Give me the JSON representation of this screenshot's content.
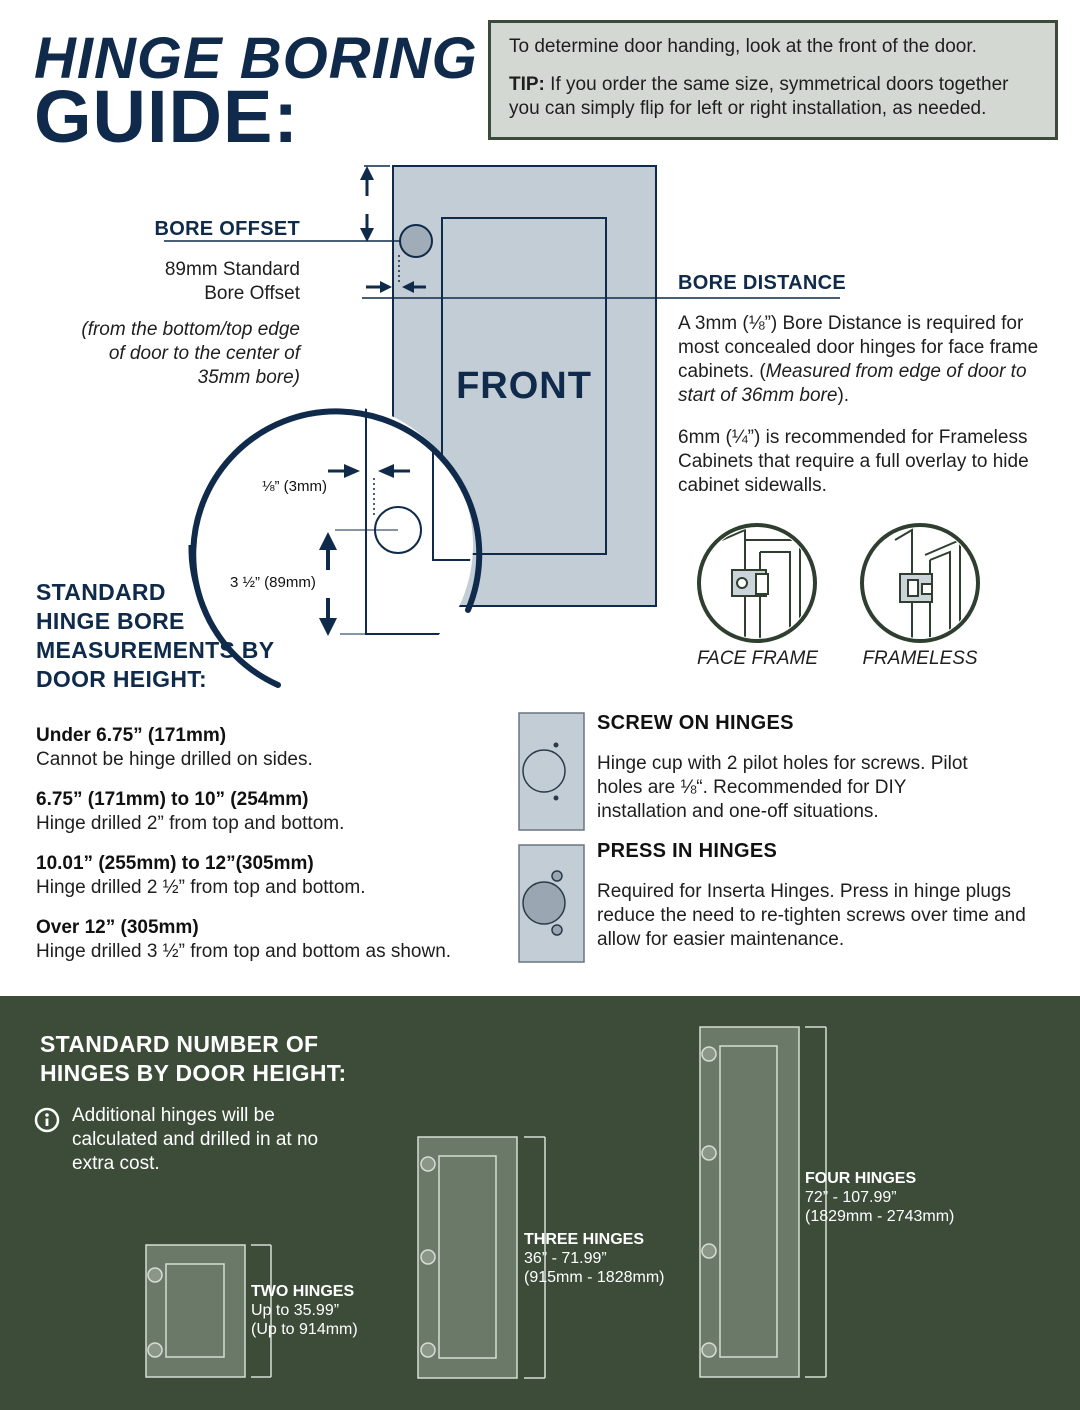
{
  "title": {
    "line1": "HINGE BORING",
    "line2": "GUIDE:"
  },
  "tip": {
    "intro": "To determine door handing, look at the front of the door.",
    "label": "TIP:",
    "text": " If you order the same size, symmetrical doors together you can simply flip for left or right installation, as needed."
  },
  "bore_offset": {
    "heading": "BORE OFFSET",
    "line1": "89mm Standard",
    "line2": "Bore Offset",
    "note1": "(from the bottom/top edge",
    "note2": "of door to the center of",
    "note3": "35mm bore)"
  },
  "door_front_label": "FRONT",
  "bore_distance": {
    "heading": "BORE DISTANCE",
    "p1a": "A 3mm (⅛”) Bore Distance is required for most concealed door hinges for face frame cabinets. (",
    "p1b": "Measured from edge of door to start of 36mm bore",
    "p1c": ").",
    "p2": "6mm (¼”) is recommended for Frameless Cabinets that require a full overlay to hide cabinet sidewalls."
  },
  "detail": {
    "distance_label": "⅛” (3mm)",
    "offset_label": "3 ½” (89mm)"
  },
  "cabinet_types": {
    "face_frame": "FACE FRAME",
    "frameless": "FRAMELESS"
  },
  "measurements": {
    "heading_lines": [
      "STANDARD",
      "HINGE BORE",
      "MEASUREMENTS BY",
      "DOOR HEIGHT:"
    ],
    "items": [
      {
        "range": "Under 6.75” (171mm)",
        "desc": "Cannot be hinge drilled on sides."
      },
      {
        "range": "6.75” (171mm) to 10” (254mm)",
        "desc": "Hinge drilled 2” from top and bottom."
      },
      {
        "range": "10.01” (255mm) to 12”(305mm)",
        "desc": "Hinge drilled 2 ½” from top and bottom."
      },
      {
        "range": "Over 12” (305mm)",
        "desc": "Hinge drilled 3 ½” from top and bottom as shown."
      }
    ]
  },
  "hinge_types": {
    "screw_on": {
      "heading": "SCREW ON HINGES",
      "text": "Hinge cup with 2 pilot holes for screws. Pilot holes are ⅛“. Recommended for DIY installation and one-off situations."
    },
    "press_in": {
      "heading": "PRESS IN HINGES",
      "text": "Required for Inserta Hinges. Press in hinge plugs reduce the need to re-tighten screws over time and allow for easier maintenance."
    }
  },
  "hinge_count": {
    "heading_lines": [
      "STANDARD NUMBER OF",
      "HINGES BY DOOR HEIGHT:"
    ],
    "info": "Additional hinges will be calculated and drilled in at no extra cost.",
    "doors": [
      {
        "label": "TWO HINGES",
        "range": "Up to 35.99”",
        "metric": "(Up to 914mm)"
      },
      {
        "label": "THREE HINGES",
        "range": "36” - 71.99”",
        "metric": "(915mm - 1828mm)"
      },
      {
        "label": "FOUR HINGES",
        "range": "72” - 107.99”",
        "metric": "(1829mm - 2743mm)"
      }
    ]
  },
  "colors": {
    "navy": "#0f2a4a",
    "door": "#c3cdd6",
    "green": "#3c4c39",
    "tip_bg": "#d3d9d2"
  }
}
